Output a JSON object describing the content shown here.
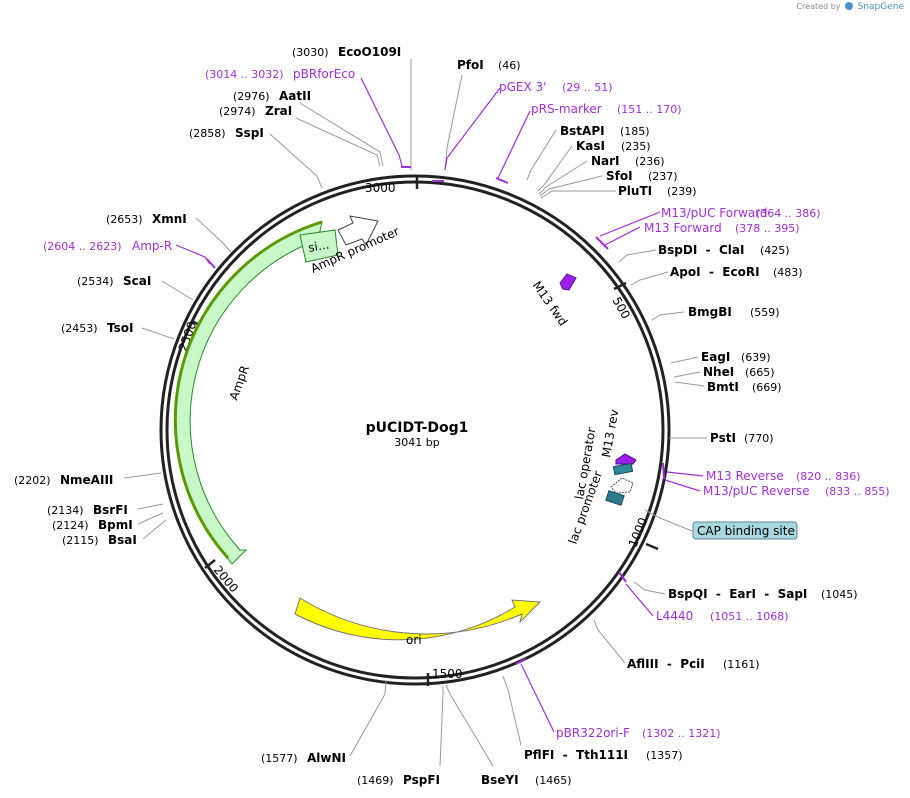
{
  "credit": {
    "prefix": "Created by",
    "brand": "SnapGene"
  },
  "plasmid": {
    "name": "pUCIDT-Dog1",
    "length_label": "3041 bp"
  },
  "ticks": [
    "3000",
    "500",
    "2500",
    "1000",
    "2000",
    "1500"
  ],
  "enzymes": [
    {
      "name": "EcoO109I",
      "pos": "(3030)"
    },
    {
      "name": "AatII",
      "pos": "(2976)"
    },
    {
      "name": "ZraI",
      "pos": "(2974)"
    },
    {
      "name": "SspI",
      "pos": "(2858)"
    },
    {
      "name": "XmnI",
      "pos": "(2653)"
    },
    {
      "name": "ScaI",
      "pos": "(2534)"
    },
    {
      "name": "TsoI",
      "pos": "(2453)"
    },
    {
      "name": "NmeAIII",
      "pos": "(2202)"
    },
    {
      "name": "BsrFI",
      "pos": "(2134)"
    },
    {
      "name": "BpmI",
      "pos": "(2124)"
    },
    {
      "name": "BsaI",
      "pos": "(2115)"
    },
    {
      "name": "PfoI",
      "pos": "(46)"
    },
    {
      "name": "BstAPI",
      "pos": "(185)"
    },
    {
      "name": "KasI",
      "pos": "(235)"
    },
    {
      "name": "NarI",
      "pos": "(236)"
    },
    {
      "name": "SfoI",
      "pos": "(237)"
    },
    {
      "name": "PluTI",
      "pos": "(239)"
    },
    {
      "name": "BspDI  -  ClaI",
      "pos": "(425)"
    },
    {
      "name": "ApoI  -  EcoRI",
      "pos": "(483)"
    },
    {
      "name": "BmgBI",
      "pos": "(559)"
    },
    {
      "name": "EagI",
      "pos": "(639)"
    },
    {
      "name": "NheI",
      "pos": "(665)"
    },
    {
      "name": "BmtI",
      "pos": "(669)"
    },
    {
      "name": "PstI",
      "pos": "(770)"
    },
    {
      "name": "BspQI  -  EarI  -  SapI",
      "pos": "(1045)"
    },
    {
      "name": "AflIII  -  PciI",
      "pos": "(1161)"
    },
    {
      "name": "PflFI  -  Tth111I",
      "pos": "(1357)"
    },
    {
      "name": "BseYI",
      "pos": "(1465)"
    },
    {
      "name": "PspFI",
      "pos": "(1469)"
    },
    {
      "name": "AlwNI",
      "pos": "(1577)"
    }
  ],
  "primers": [
    {
      "name": "pBRforEco",
      "range": "(3014 .. 3032)"
    },
    {
      "name": "Amp-R",
      "range": "(2604 .. 2623)"
    },
    {
      "name": "pGEX 3'",
      "range": "(29 .. 51)"
    },
    {
      "name": "pRS-marker",
      "range": "(151 .. 170)"
    },
    {
      "name": "M13/pUC Forward",
      "range": "(364 .. 386)"
    },
    {
      "name": "M13 Forward",
      "range": "(378 .. 395)"
    },
    {
      "name": "M13 Reverse",
      "range": "(820 .. 836)"
    },
    {
      "name": "M13/pUC Reverse",
      "range": "(833 .. 855)"
    },
    {
      "name": "L4440",
      "range": "(1051 .. 1068)"
    },
    {
      "name": "pBR322ori-F",
      "range": "(1302 .. 1321)"
    }
  ],
  "features": {
    "ampr_promoter": "AmpR promoter",
    "signal": "si...",
    "ampr": "AmpR",
    "ori": "ori",
    "m13_fwd": "M13 fwd",
    "m13_rev": "M13 rev",
    "lac_operator": "lac operator",
    "lac_promoter": "lac promoter",
    "cap_site": "CAP binding site"
  },
  "colors": {
    "backbone": "#222222",
    "enzyme_line": "#9a9a9a",
    "primer": "#a030d8",
    "ampr_fill": "#c8f8c8",
    "ampr_stroke": "#2a8a2a",
    "signal_highlight": "#5a9a00",
    "ori_fill": "#ffff00",
    "m13_fill": "#9b1fe8",
    "lac_operator_fill": "#2e8a9a",
    "lac_promoter_fill": "#2e7a8a",
    "cap_fill": "#a8d8e0"
  }
}
